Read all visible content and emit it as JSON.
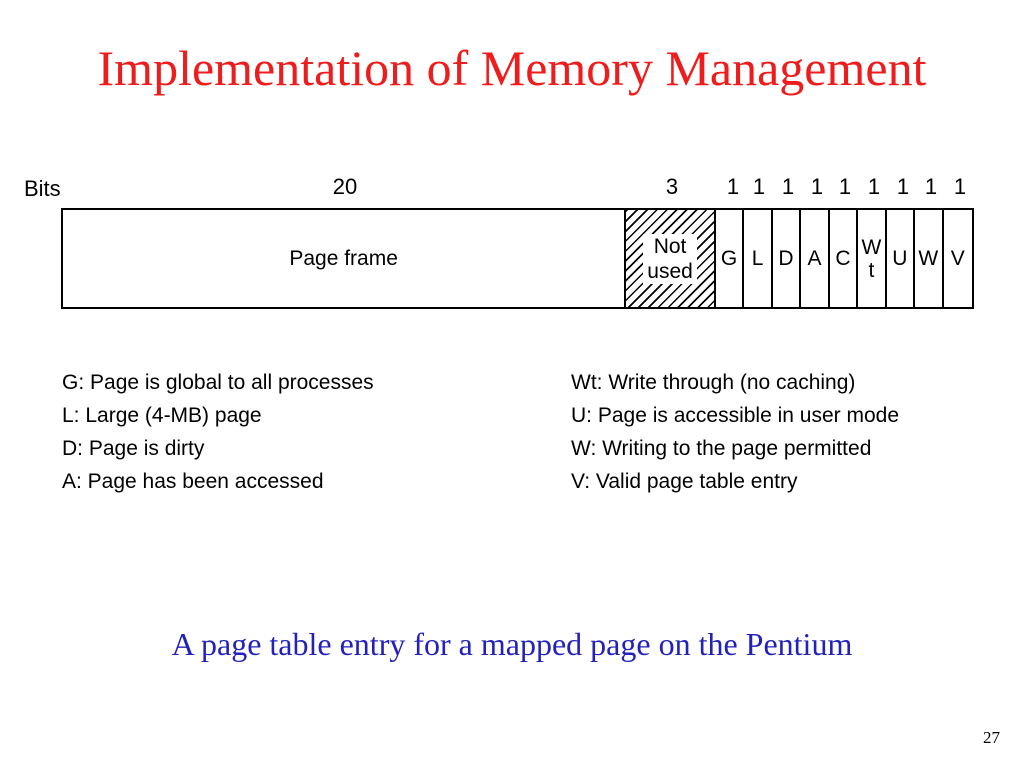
{
  "slide": {
    "title": "Implementation of Memory Management",
    "caption": "A page table entry for a mapped page on the Pentium",
    "page_number": "27"
  },
  "diagram": {
    "bits_label": "Bits",
    "widths": [
      "20",
      "3",
      "1",
      "1",
      "1",
      "1",
      "1",
      "1",
      "1",
      "1",
      "1"
    ],
    "fields": {
      "page_frame": "Page frame",
      "not_used_line1": "Not",
      "not_used_line2": "used",
      "flags": [
        "G",
        "L",
        "D",
        "A",
        "C",
        "W",
        "U",
        "W",
        "V"
      ],
      "wt_line2": "t"
    }
  },
  "legend": {
    "left": [
      "G: Page is global to all processes",
      "L:  Large (4-MB) page",
      "D: Page is dirty",
      "A: Page has been accessed"
    ],
    "right": [
      "Wt: Write through (no caching)",
      "U:  Page is accessible in user mode",
      "W: Writing to the page permitted",
      "V:  Valid page table entry"
    ]
  },
  "colors": {
    "title": "#ee1c1c",
    "caption": "#2222bb"
  }
}
